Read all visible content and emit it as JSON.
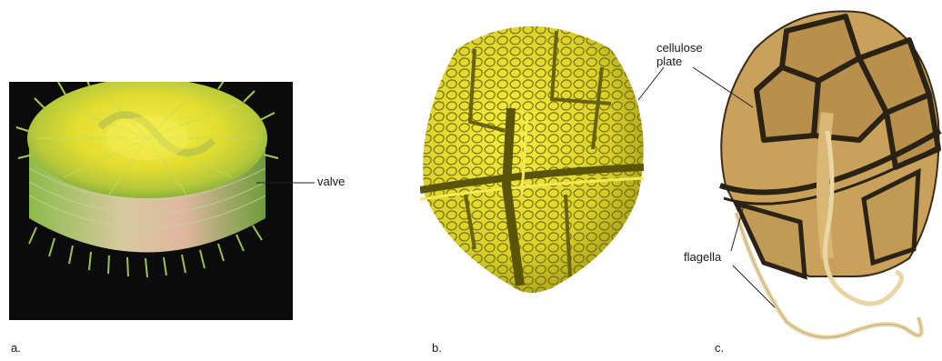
{
  "panel_a": {
    "letter": "a.",
    "callout": "valve"
  },
  "panel_b": {
    "letter": "b."
  },
  "panel_c": {
    "letter": "c.",
    "callout_plate_line1": "cellulose",
    "callout_plate_line2": "plate",
    "callout_flagella": "flagella"
  },
  "colors": {
    "diatom_green": "#7fae3a",
    "diatom_yellow": "#e4e23a",
    "dinoflagellate_yellow": "#d9d62a",
    "dinoflagellate_tan": "#c9a15a",
    "plate_outline": "#2b2216",
    "background_black": "#0b0b0b"
  }
}
